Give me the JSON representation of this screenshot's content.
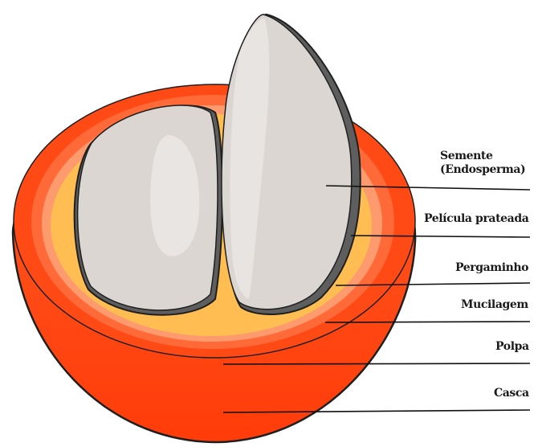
{
  "labels": {
    "semente": "Semente",
    "endosperma": "(Endosperma)",
    "pelicula": "Película prateada",
    "pergaminho": "Pergaminho",
    "mucilagem": "Mucilagem",
    "polpa": "Polpa",
    "casca": "Casca"
  },
  "colors": {
    "casca": "#ff4a16",
    "casca_shadow": "#e83208",
    "polpa": "#ff6a38",
    "mucilagem": "#fd9a6e",
    "pergaminho": "#ffbd52",
    "pelicula": "#6b6b6b",
    "semente": "#dcd6d3",
    "semente_highlight": "#e9e5e3",
    "outline": "#1f1f1f"
  }
}
